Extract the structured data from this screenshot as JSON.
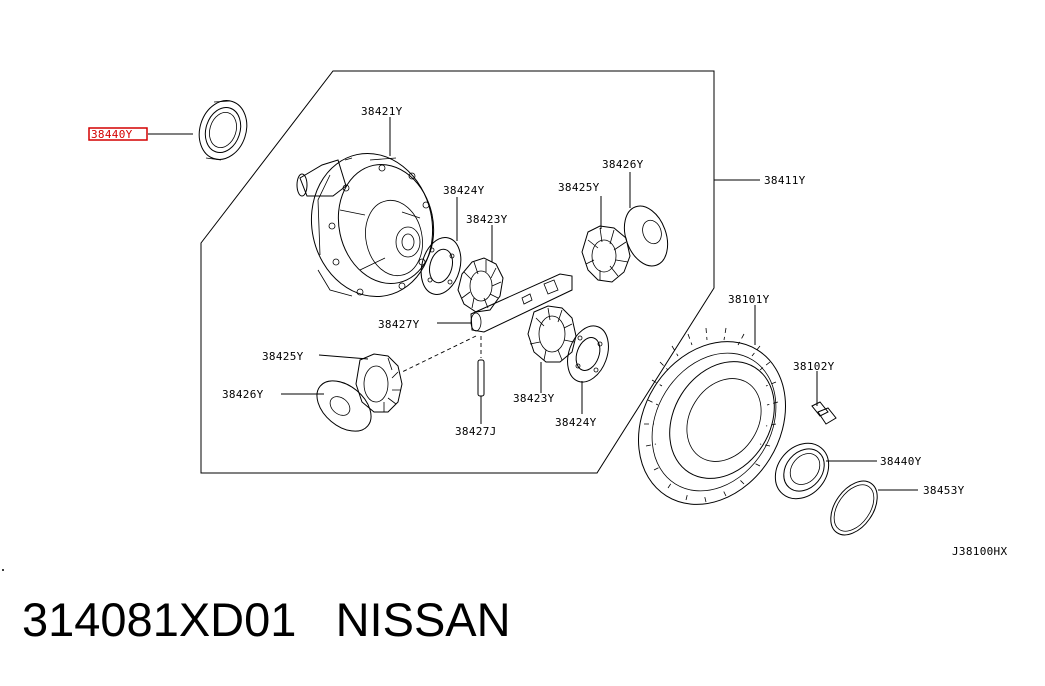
{
  "diagram": {
    "highlight_color": "#d40000",
    "labels": {
      "seal_left": "38440Y",
      "case": "38421Y",
      "assembly": "38411Y",
      "washer_top": "38424Y",
      "side_gear_top": "38423Y",
      "pinion_top": "38425Y",
      "thrust_washer_top": "38426Y",
      "pinion_shaft": "38427Y",
      "pinion_left": "38425Y",
      "thrust_washer_left": "38426Y",
      "side_gear_bottom": "38423Y",
      "washer_bottom": "38424Y",
      "lock_pin": "38427J",
      "final_gear": "38101Y",
      "bolt": "38102Y",
      "seal_right": "38440Y",
      "snap_ring": "38453Y"
    },
    "diagram_code": "J38100HX"
  },
  "caption": {
    "part_number": "314081XD01",
    "brand": "NISSAN"
  }
}
